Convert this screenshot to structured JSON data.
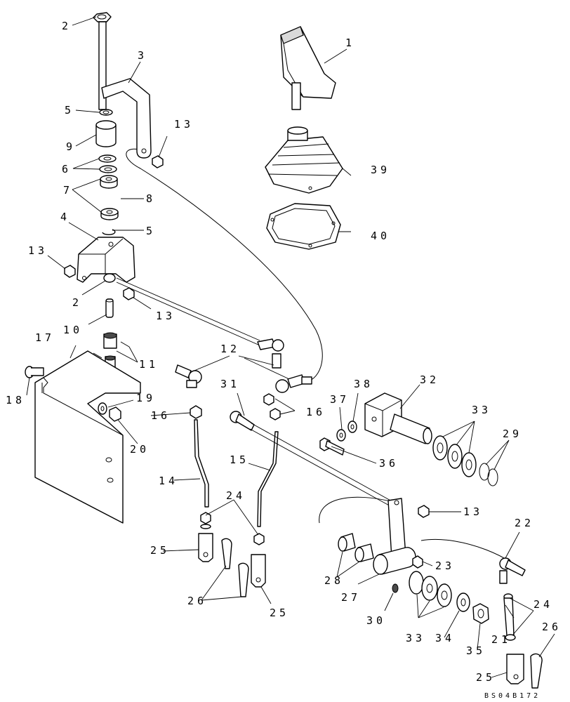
{
  "callouts": {
    "c1": "1",
    "c2a": "2",
    "c2b": "2",
    "c3": "3",
    "c4": "4",
    "c5a": "5",
    "c5b": "5",
    "c6": "6",
    "c7": "7",
    "c8": "8",
    "c9": "9",
    "c10": "10",
    "c11": "11",
    "c12": "12",
    "c13a": "13",
    "c13b": "13",
    "c13c": "13",
    "c13d": "13",
    "c14": "14",
    "c15": "15",
    "c16a": "16",
    "c16b": "16",
    "c17": "17",
    "c18": "18",
    "c19": "19",
    "c20": "20",
    "c21": "21",
    "c22": "22",
    "c23": "23",
    "c24a": "24",
    "c24b": "24",
    "c25a": "25",
    "c25b": "25",
    "c25c": "25",
    "c26a": "26",
    "c26b": "26",
    "c27": "27",
    "c28": "28",
    "c29": "29",
    "c30": "30",
    "c31": "31",
    "c32": "32",
    "c33a": "33",
    "c33b": "33",
    "c34": "34",
    "c35": "35",
    "c36": "36",
    "c37": "37",
    "c38": "38",
    "c39": "39",
    "c40": "40"
  },
  "drawing_code": "BS04B172"
}
